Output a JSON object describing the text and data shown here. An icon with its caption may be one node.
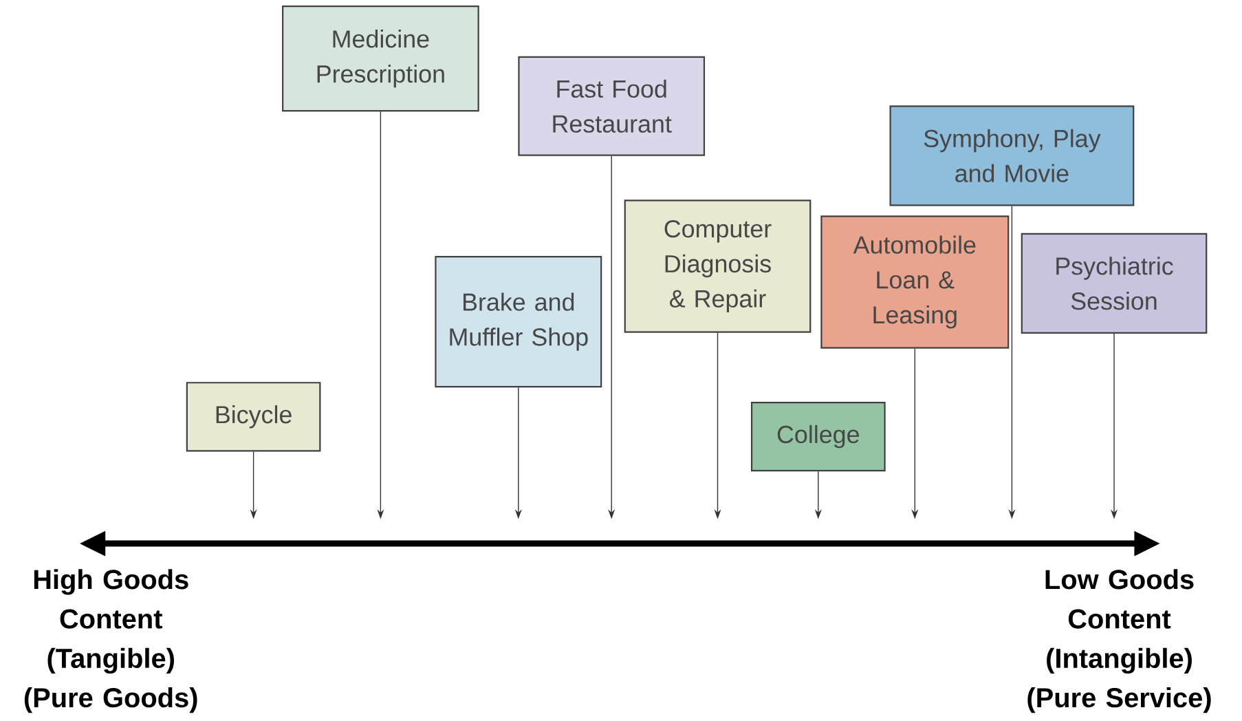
{
  "diagram": {
    "nodes": [
      {
        "text": [
          "Medicine Prescription"
        ]
      },
      {
        "text": [
          "Fast Food Restaurant"
        ]
      },
      {
        "text": [
          "Symphony, Play and Movie"
        ]
      },
      {
        "text": [
          "Computer Diagnosis & Repair"
        ]
      },
      {
        "text": [
          "Automobile Loan & Leasing"
        ]
      },
      {
        "text": [
          "Psychiatric Session"
        ]
      },
      {
        "text": [
          "Brake and Muffler Shop"
        ]
      },
      {
        "text": [
          "Bicycle"
        ]
      },
      {
        "text": [
          "College"
        ]
      }
    ],
    "edges": [
      {
        "from": 7,
        "to": null,
        "arrow": "to"
      },
      {
        "from": 0,
        "to": null,
        "arrow": "to"
      },
      {
        "from": 6,
        "to": null,
        "arrow": "to"
      },
      {
        "from": 1,
        "to": null,
        "arrow": "to"
      },
      {
        "from": 3,
        "to": null,
        "arrow": "to"
      },
      {
        "from": 8,
        "to": null,
        "arrow": "to"
      },
      {
        "from": 4,
        "to": null,
        "arrow": "to"
      },
      {
        "from": 2,
        "to": null,
        "arrow": "to"
      },
      {
        "from": 5,
        "to": null,
        "arrow": "to"
      }
    ],
    "labels": [
      "High Goods Content (Tangible) (Pure Goods)",
      "Low Goods Content (Intangible) (Pure Service)"
    ]
  }
}
